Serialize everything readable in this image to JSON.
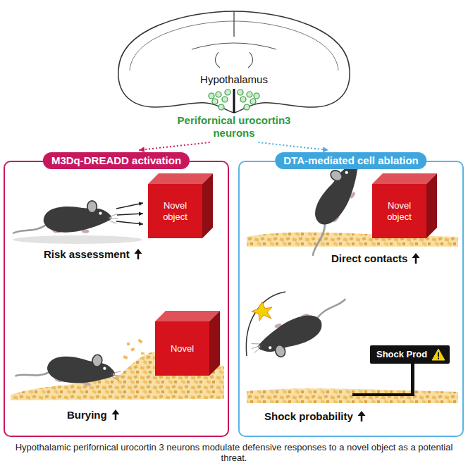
{
  "diagram": {
    "caption": "Hypothalamic perifornical urocortin 3 neurons modulate defensive responses to a novel object as a potential threat.",
    "nodes": [
      {
        "text": [
          "Hypothalamus",
          "Perifornical urocortin3 neurons"
        ]
      },
      {
        "text": [
          "M3Dq-DREADD activation"
        ]
      },
      {
        "text": [
          "Novel object"
        ],
        "in": 1
      },
      {
        "text": [
          "Novel"
        ],
        "in": 1
      },
      {
        "text": [
          "DTA-mediated cell ablation"
        ]
      },
      {
        "text": [
          "Novel object"
        ],
        "in": 4
      },
      {
        "text": [
          "Shock Prod"
        ],
        "in": 4
      }
    ],
    "edges": [
      {
        "from": 0,
        "to": 1,
        "arrow": "to"
      },
      {
        "from": 0,
        "to": 4,
        "arrow": "to"
      }
    ],
    "labels": [
      "Risk assessment",
      "Burying",
      "Direct contacts",
      "Shock probability"
    ]
  }
}
